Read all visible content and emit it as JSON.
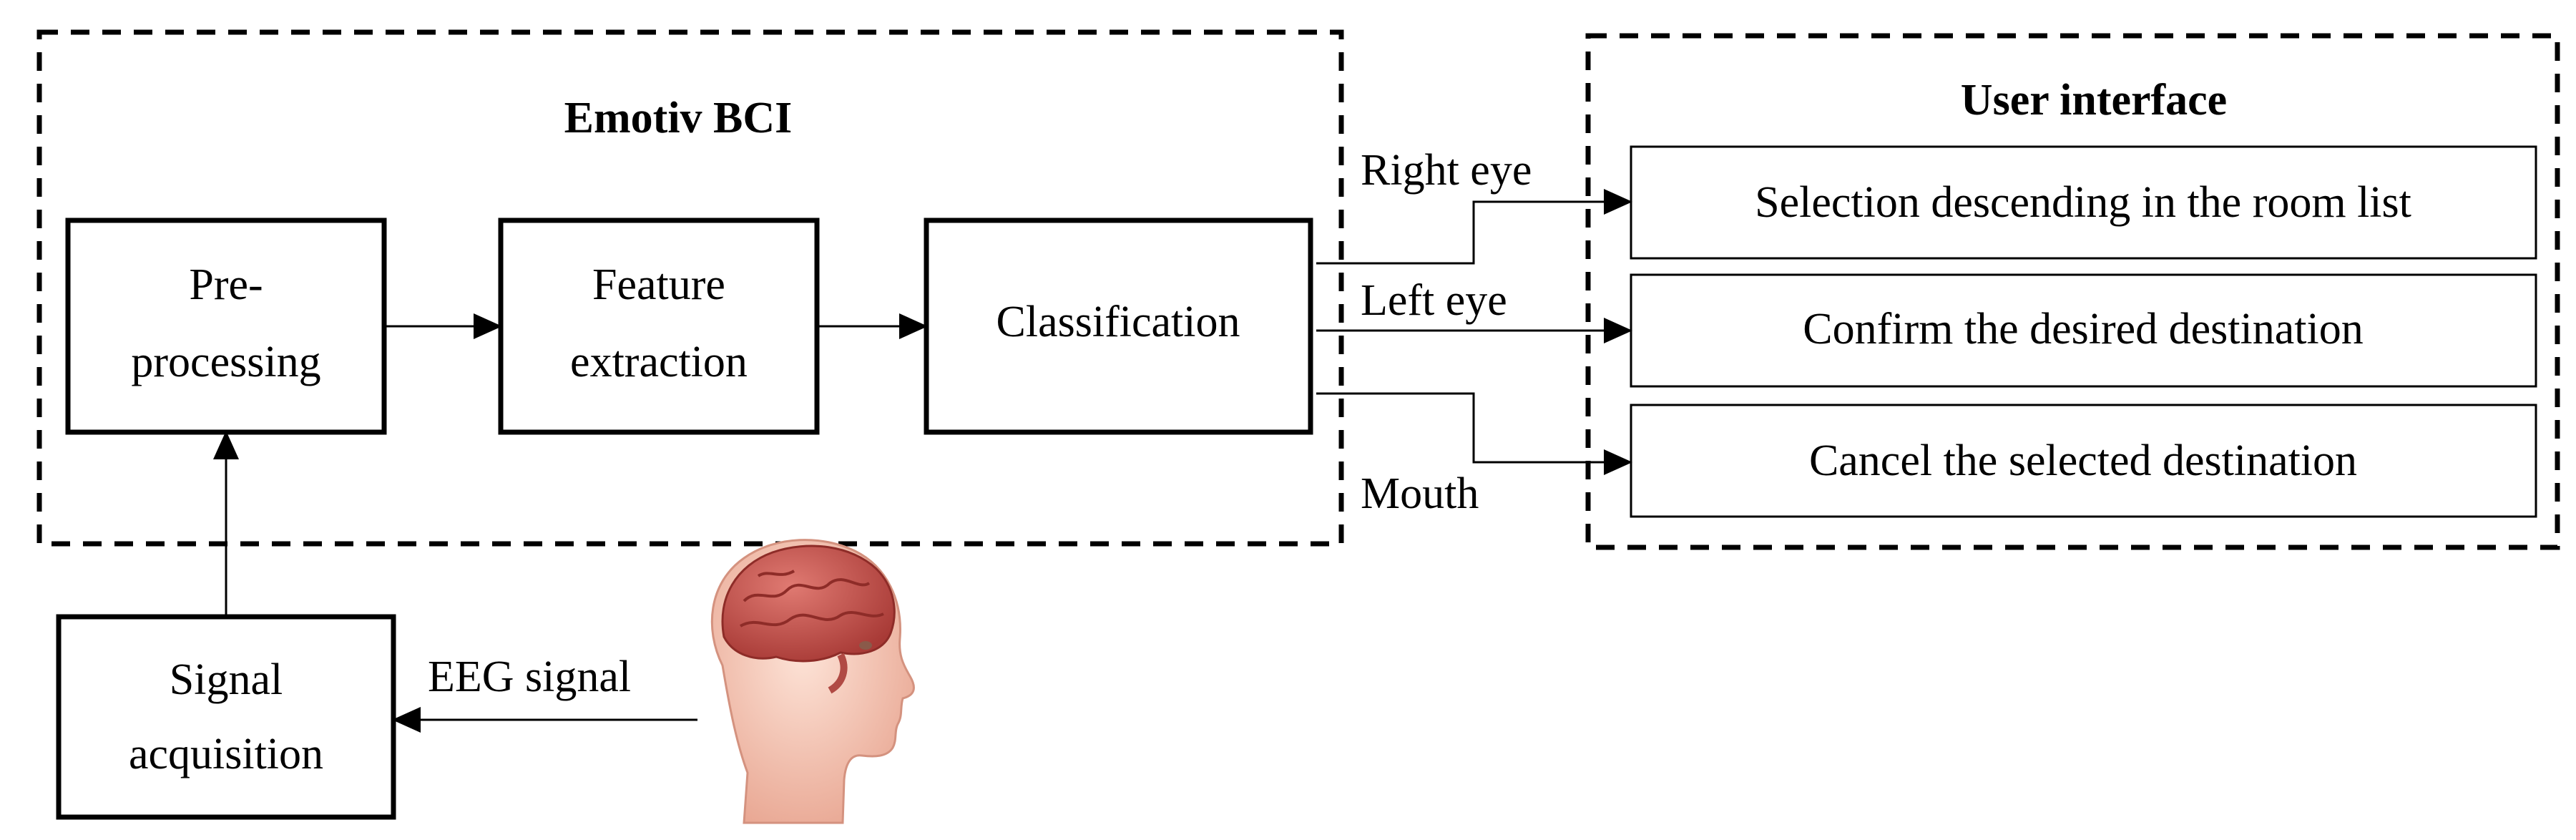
{
  "groups": {
    "bci_title": "Emotiv BCI",
    "ui_title": "User interface"
  },
  "blocks": {
    "preprocessing": [
      "Pre-",
      "processing"
    ],
    "feature_extraction": [
      "Feature",
      "extraction"
    ],
    "classification": "Classification",
    "signal_acquisition": [
      "Signal",
      "acquisition"
    ]
  },
  "outputs": [
    {
      "signal": "Right eye",
      "action": "Selection descending in the room list"
    },
    {
      "signal": "Left eye",
      "action": "Confirm the desired destination"
    },
    {
      "signal": "Mouth",
      "action": "Cancel the selected destination"
    }
  ],
  "input_signal": "EEG signal",
  "icons": {
    "head": "human-head-brain-icon"
  },
  "colors": {
    "brain": "#c0504d",
    "skin": "#f2c4b0"
  }
}
